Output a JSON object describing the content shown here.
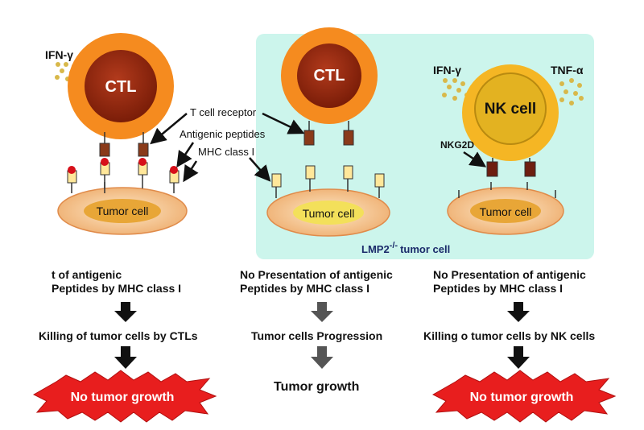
{
  "cytokines": {
    "ifn_left": "IFN-γ",
    "ifn_right": "IFN-γ",
    "tnf": "TNF-α"
  },
  "cells": {
    "ctl_left": "CTL",
    "ctl_middle": "CTL",
    "nk": "NK cell",
    "tumor_left": "Tumor cell",
    "tumor_middle": "Tumor cell",
    "tumor_right": "Tumor cell"
  },
  "labels": {
    "t_cell_receptor": "T cell receptor",
    "antigenic_peptides": "Antigenic peptides",
    "mhc_class_i": "MHC class I",
    "nkg2d": "NKG2D",
    "lmp2_prefix": "LMP2",
    "lmp2_superscript": "-/-",
    "lmp2_suffix": "tumor cell"
  },
  "columns": [
    {
      "line1": "t of antigenic",
      "line2": "Peptides by MHC class I",
      "step2": "Killing of tumor cells by CTLs",
      "outcome": "No tumor growth"
    },
    {
      "line1": "No Presentation of antigenic",
      "line2": "Peptides by MHC class I",
      "step2": "Tumor cells Progression",
      "outcome": "Tumor growth"
    },
    {
      "line1": "No Presentation of antigenic",
      "line2": "Peptides by MHC class I",
      "step2": "Killing o tumor cells by NK cells",
      "outcome": "No tumor growth"
    }
  ],
  "colors": {
    "panel": "#ccf5ec",
    "ctl_outer": "#f58b1f",
    "ctl_inner": "#962810",
    "nk_outer": "#f5b624",
    "nk_inner": "#e3b221",
    "tumor_outer": "#f6d0a0",
    "tumor_inner": "#e8a637",
    "burst": "#e81e1e",
    "receptor": "#8a3a1a",
    "mhc": "#ffe79a",
    "peptide": "#d7101a"
  }
}
